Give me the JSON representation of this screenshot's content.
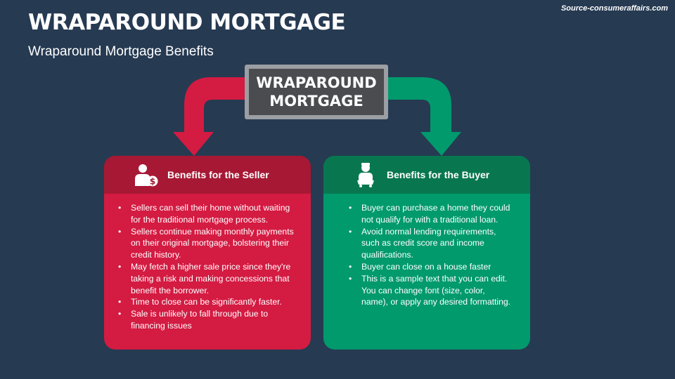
{
  "header": {
    "title": "WRAPAROUND MORTGAGE",
    "subtitle": "Wraparound Mortgage Benefits",
    "source": "Source-consumeraffairs.com"
  },
  "center": {
    "label": "WRAPAROUND\nMORTGAGE"
  },
  "seller": {
    "title": "Benefits for the Seller",
    "icon": "seller-money-icon",
    "items": [
      "Sellers can sell their home without waiting for the traditional mortgage process.",
      "Sellers continue making monthly payments on their original mortgage, bolstering their credit history.",
      "May fetch a higher sale price since they're taking a risk and making concessions that benefit the borrower.",
      "Time to close can be significantly faster.",
      "Sale is unlikely to fall through due to financing issues"
    ]
  },
  "buyer": {
    "title": "Benefits for the Buyer",
    "icon": "buyer-cart-icon",
    "items": [
      "Buyer can purchase a home they could not qualify for with a traditional loan.",
      "Avoid normal lending requirements, such as credit score and income qualifications.",
      "Buyer can close on a house faster",
      "This is a sample text that you can edit. You can change font (size, color, name), or apply any desired formatting."
    ]
  },
  "colors": {
    "background": "#263a52",
    "seller": "#d41b42",
    "seller_header": "#a71834",
    "buyer": "#009a6c",
    "buyer_header": "#08774f",
    "center_box": "#4a4c50"
  }
}
